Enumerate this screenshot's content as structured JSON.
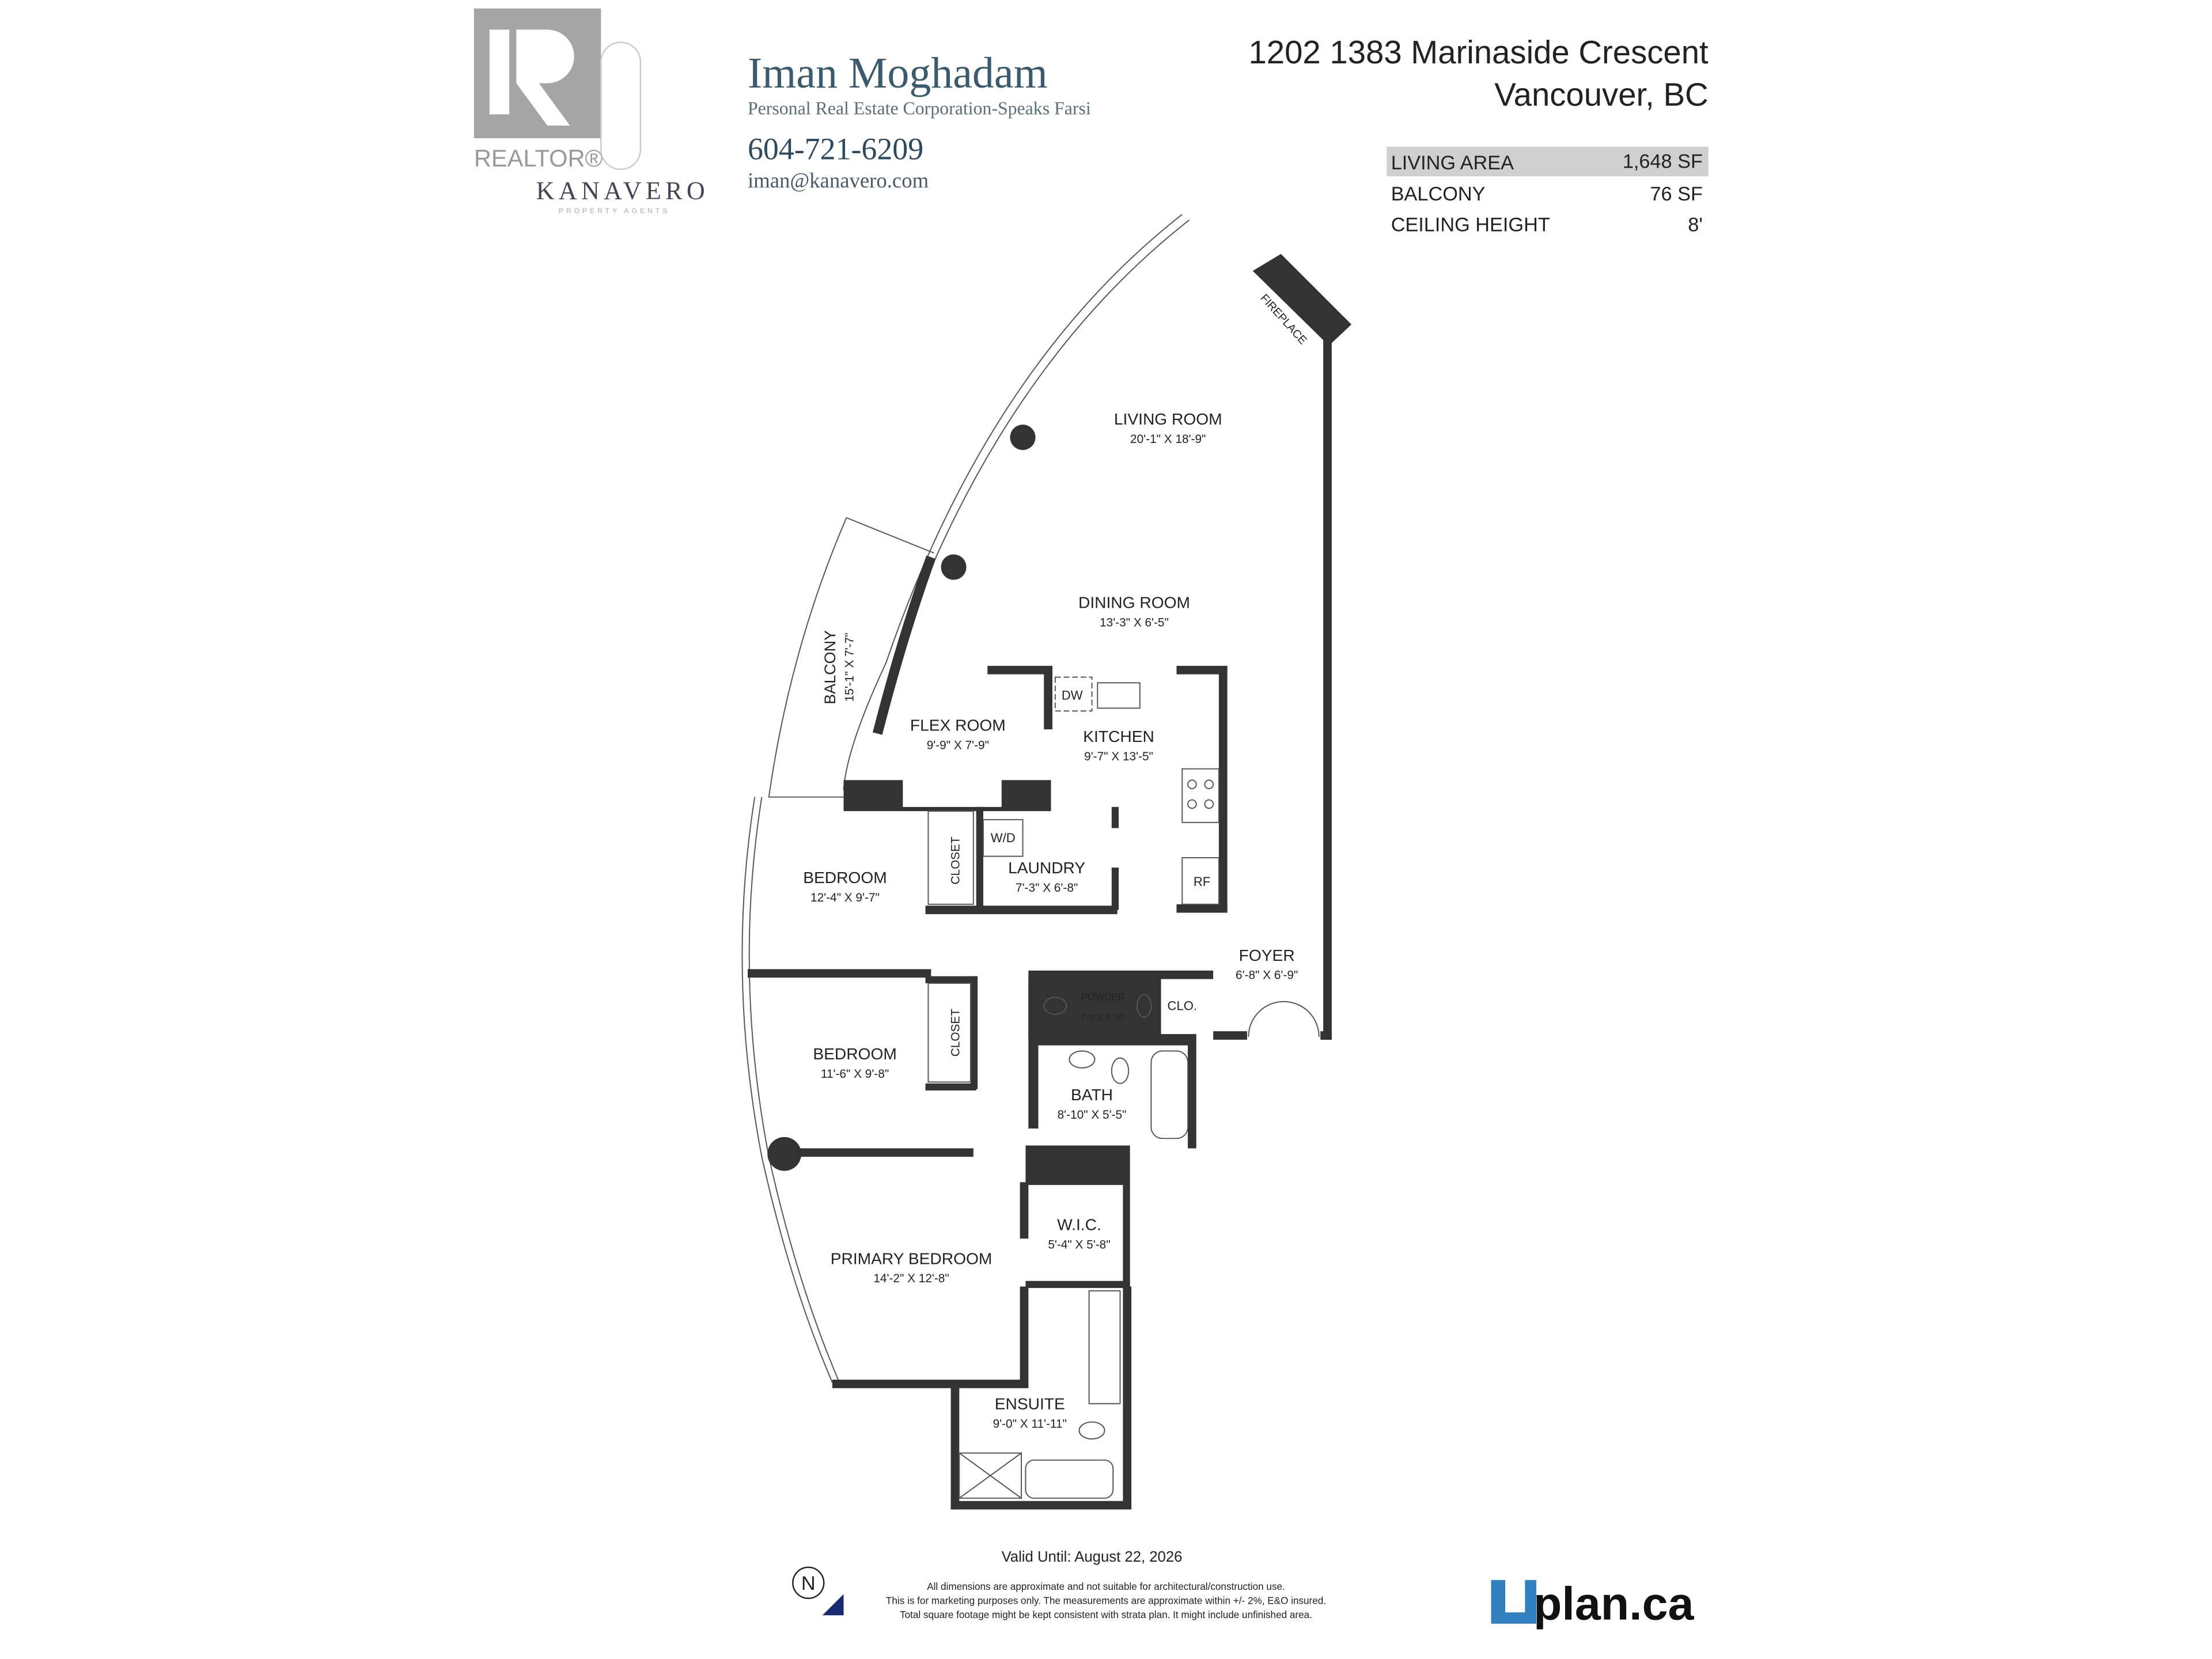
{
  "header": {
    "agent_name": "Iman Moghadam",
    "agent_subtitle": "Personal Real Estate Corporation-Speaks Farsi",
    "phone": "604-721-6209",
    "email": "iman@kanavero.com",
    "realtor_logo_text": "REALTOR®",
    "brokerage_logo_text": "KANAVERO",
    "brokerage_logo_sub": "PROPERTY AGENTS",
    "address_line1": "1202 1383 Marinaside Crescent",
    "address_line2": "Vancouver, BC"
  },
  "summary": [
    {
      "label": "LIVING AREA",
      "value": "1,648 SF"
    },
    {
      "label": "BALCONY",
      "value": "76 SF"
    },
    {
      "label": "CEILING HEIGHT",
      "value": "8'"
    }
  ],
  "rooms": {
    "living": {
      "name": "LIVING ROOM",
      "dims": "20'-1\"  X  18'-9\""
    },
    "dining": {
      "name": "DINING ROOM",
      "dims": "13'-3\"  X  6'-5\""
    },
    "fireplace": {
      "name": "FIREPLACE"
    },
    "balcony": {
      "name": "BALCONY",
      "dims": "15'-1\"  X  7'-7\""
    },
    "flex": {
      "name": "FLEX ROOM",
      "dims": "9'-9\"  X  7'-9\""
    },
    "kitchen": {
      "name": "KITCHEN",
      "dims": "9'-7\"  X  13'-5\""
    },
    "laundry": {
      "name": "LAUNDRY",
      "dims": "7'-3\"  X  6'-8\""
    },
    "bedroom1": {
      "name": "BEDROOM",
      "dims": "12'-4\"  X  9'-7\""
    },
    "bedroom2": {
      "name": "BEDROOM",
      "dims": "11'-6\"  X  9'-8\""
    },
    "closet1": {
      "name": "CLOSET"
    },
    "closet2": {
      "name": "CLOSET"
    },
    "foyer": {
      "name": "FOYER",
      "dims": "6'-8\"  X  6'-9\""
    },
    "powder": {
      "name": "POWDER",
      "dims": "7'-0\"  X  2'-10\""
    },
    "clo": {
      "name": "CLO."
    },
    "bath": {
      "name": "BATH",
      "dims": "8'-10\"  X  5'-5\""
    },
    "wic": {
      "name": "W.I.C.",
      "dims": "5'-4\"  X  5'-8\""
    },
    "primary": {
      "name": "PRIMARY BEDROOM",
      "dims": "14'-2\"  X  12'-8\""
    },
    "ensuite": {
      "name": "ENSUITE",
      "dims": "9'-0\"  X  11'-11\""
    }
  },
  "appliances": {
    "dw": "DW",
    "wd": "W/D",
    "rf": "RF"
  },
  "footer": {
    "valid_until": "Valid Until: August 22, 2026",
    "disclaimer": [
      "All dimensions are approximate and not suitable for architectural/construction use.",
      "This is for marketing purposes only. The measurements are approximate within +/- 2%, E&O insured.",
      "Total square footage might be kept consistent with strata plan. It might include unfinished area."
    ],
    "north_label": "N",
    "brand": "plan.ca",
    "brand_accent": "#2f7fc1"
  }
}
